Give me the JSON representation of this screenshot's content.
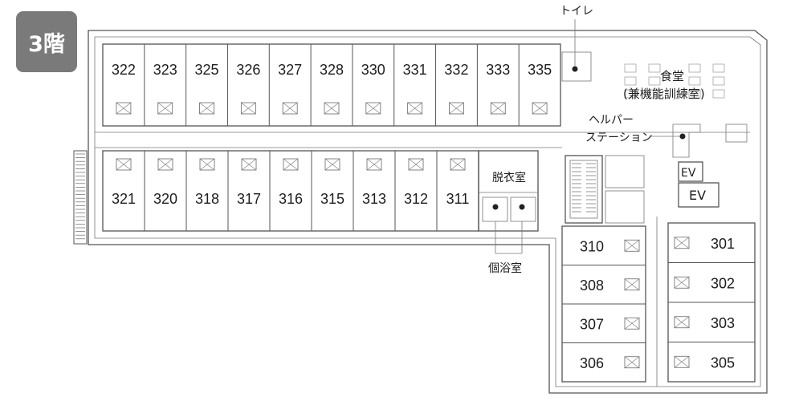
{
  "floor_badge": "3階",
  "rooms_top": [
    "322",
    "323",
    "325",
    "326",
    "327",
    "328",
    "330",
    "331",
    "332",
    "333",
    "335"
  ],
  "rooms_mid": [
    "321",
    "320",
    "318",
    "317",
    "316",
    "315",
    "313",
    "312",
    "311"
  ],
  "rooms_right_left": [
    "310",
    "308",
    "307",
    "306"
  ],
  "rooms_right_right": [
    "301",
    "302",
    "303",
    "305"
  ],
  "labels": {
    "toilet": "トイレ",
    "dining_line1": "食堂",
    "dining_line2": "(兼機能訓練室)",
    "helper_line1": "ヘルパー",
    "helper_line2": "ステーション",
    "changing_room": "脱衣室",
    "private_bath": "個浴室",
    "elevator_1": "EV",
    "elevator_2": "EV"
  }
}
